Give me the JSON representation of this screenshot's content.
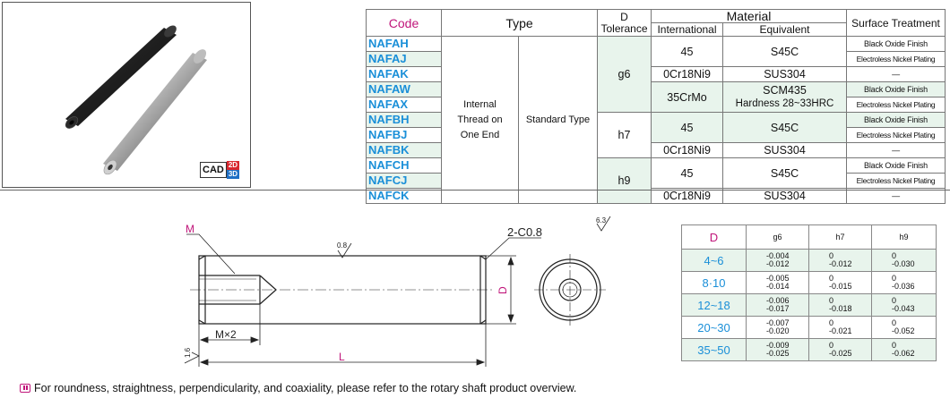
{
  "cad_badge": {
    "label": "CAD",
    "d2": "2D",
    "d3": "3D"
  },
  "spec_table": {
    "headers": {
      "code": "Code",
      "type": "Type",
      "d_tolerance_1": "D",
      "d_tolerance_2": "Tolerance",
      "material": "Material",
      "international": "International",
      "equivalent": "Equivalent",
      "surface": "Surface Treatment"
    },
    "codes": [
      "NAFAH",
      "NAFAJ",
      "NAFAK",
      "NAFAW",
      "NAFAX",
      "NAFBH",
      "NAFBJ",
      "NAFBK",
      "NAFCH",
      "NAFCJ",
      "NAFCK"
    ],
    "type_thread": "Internal Thread on One End",
    "type_standard": "Standard Type",
    "tolerances": {
      "g6": "g6",
      "h7": "h7",
      "h9": "h9"
    },
    "international": {
      "m45": "45",
      "cr": "0Cr18Ni9",
      "crmo": "35CrMo"
    },
    "equivalent": {
      "s45c": "S45C",
      "sus304": "SUS304",
      "scm435": "SCM435",
      "hardness": "Hardness 28~33HRC"
    },
    "surface": {
      "black": "Black Oxide Finish",
      "nickel": "Electroless Nickel Plating",
      "none": "—"
    }
  },
  "drawing": {
    "m_label": "M",
    "roughness_08": "0.8",
    "roughness_63": "6.3",
    "roughness_16": "1.6",
    "chamfer": "2-C0.8",
    "d_label": "D",
    "mx2_label": "M×2",
    "l_label": "L"
  },
  "tolerance_table": {
    "headers": {
      "d": "D",
      "g6": "g6",
      "h7": "h7",
      "h9": "h9"
    },
    "rows": [
      {
        "d": "4~6",
        "g6_1": "-0.004",
        "g6_2": "-0.012",
        "h7_1": "0",
        "h7_2": "-0.012",
        "h9_1": "0",
        "h9_2": "-0.030"
      },
      {
        "d": "8·10",
        "g6_1": "-0.005",
        "g6_2": "-0.014",
        "h7_1": "0",
        "h7_2": "-0.015",
        "h9_1": "0",
        "h9_2": "-0.036"
      },
      {
        "d": "12~18",
        "g6_1": "-0.006",
        "g6_2": "-0.017",
        "h7_1": "0",
        "h7_2": "-0.018",
        "h9_1": "0",
        "h9_2": "-0.043"
      },
      {
        "d": "20~30",
        "g6_1": "-0.007",
        "g6_2": "-0.020",
        "h7_1": "0",
        "h7_2": "-0.021",
        "h9_1": "0",
        "h9_2": "-0.052"
      },
      {
        "d": "35~50",
        "g6_1": "-0.009",
        "g6_2": "-0.025",
        "h7_1": "0",
        "h7_2": "-0.025",
        "h9_1": "0",
        "h9_2": "-0.062"
      }
    ]
  },
  "footnote": "For roundness, straightness, perpendicularity, and coaxiality, please refer to the rotary shaft product overview.",
  "colors": {
    "code_header": "#c0157a",
    "code_link": "#1a8fd8",
    "stripe": "#e8f4ec"
  }
}
